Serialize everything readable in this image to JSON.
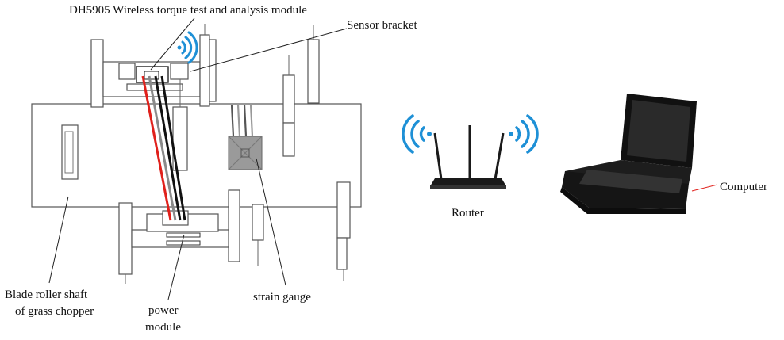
{
  "labels": {
    "module": "DH5905 Wireless torque test and analysis module",
    "sensor_bracket": "Sensor bracket",
    "router": "Router",
    "computer": "Computer",
    "shaft_line1": "Blade roller shaft",
    "shaft_line2": "of grass chopper",
    "power_line1": "power",
    "power_line2": "module",
    "strain_gauge": "strain gauge"
  },
  "icons": {
    "wifi_module": "wifi-icon",
    "wifi_router": "wifi-icon",
    "router": "router-icon",
    "computer": "laptop-icon"
  },
  "colors": {
    "wifi": "#1e90d6",
    "wire_red": "#e0201b",
    "wire_black": "#111111",
    "wire_gray": "#8a8a8a",
    "strain_gauge": "#9a9a9a",
    "laptop": "#1a1a1a"
  }
}
